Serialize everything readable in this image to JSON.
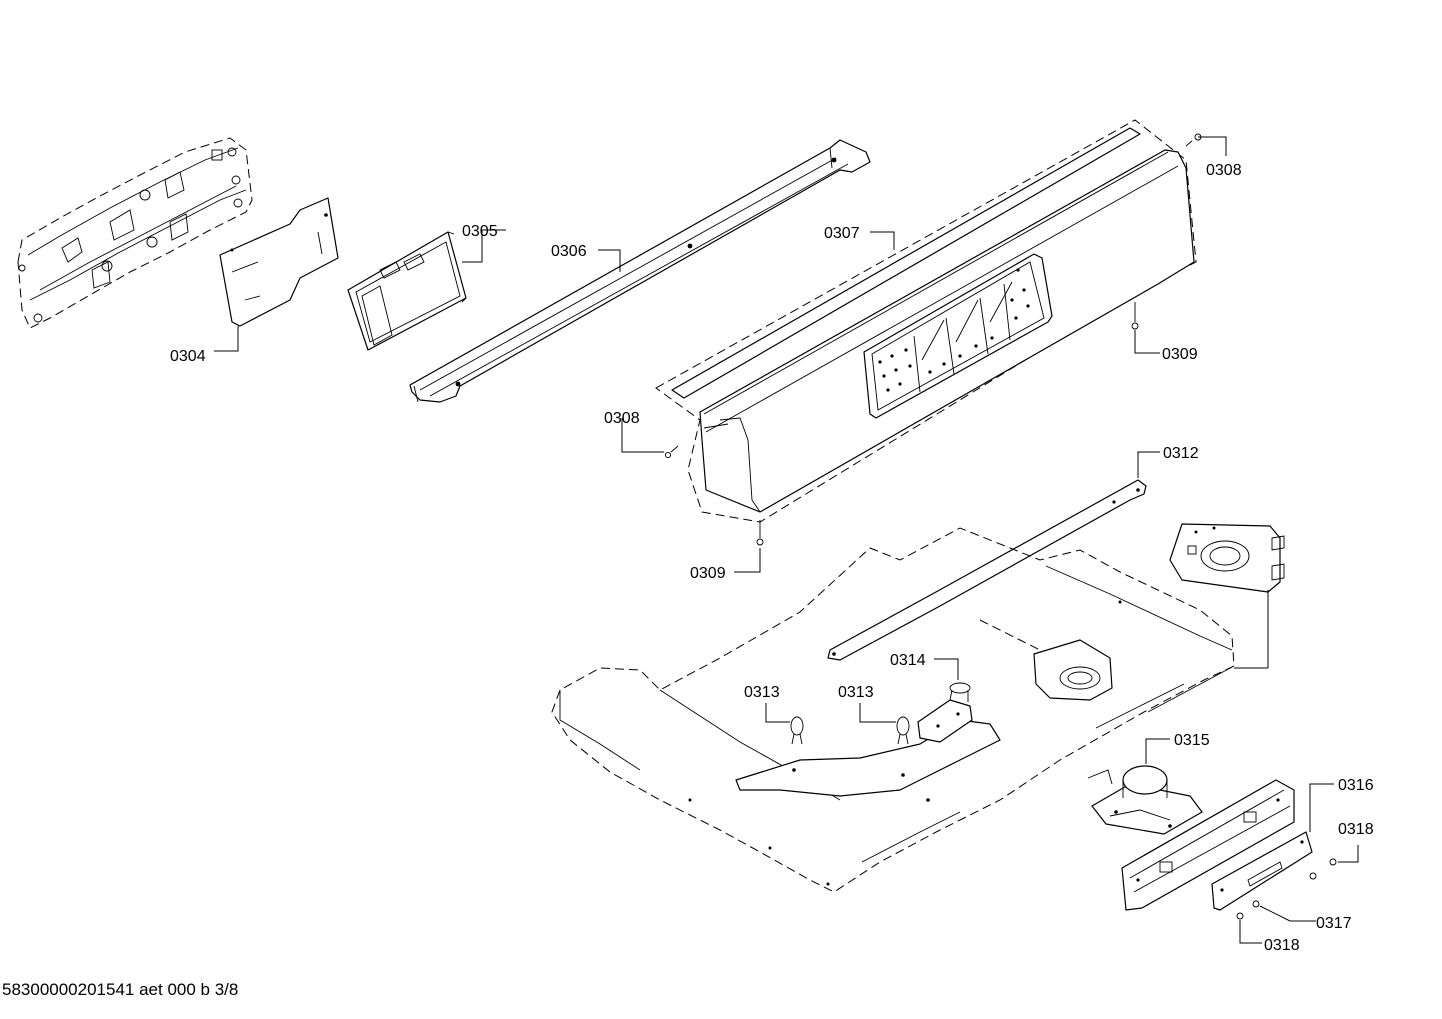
{
  "labels": {
    "l0304": "0304",
    "l0305": "0305",
    "l0306": "0306",
    "l0307": "0307",
    "l0308a": "0308",
    "l0308b": "0308",
    "l0309a": "0309",
    "l0309b": "0309",
    "l0312": "0312",
    "l0313a": "0313",
    "l0313b": "0313",
    "l0314": "0314",
    "l0315": "0315",
    "l0316": "0316",
    "l0317": "0317",
    "l0318a": "0318",
    "l0318b": "0318"
  },
  "footer": "58300000201541 aet 000 b 3/8"
}
